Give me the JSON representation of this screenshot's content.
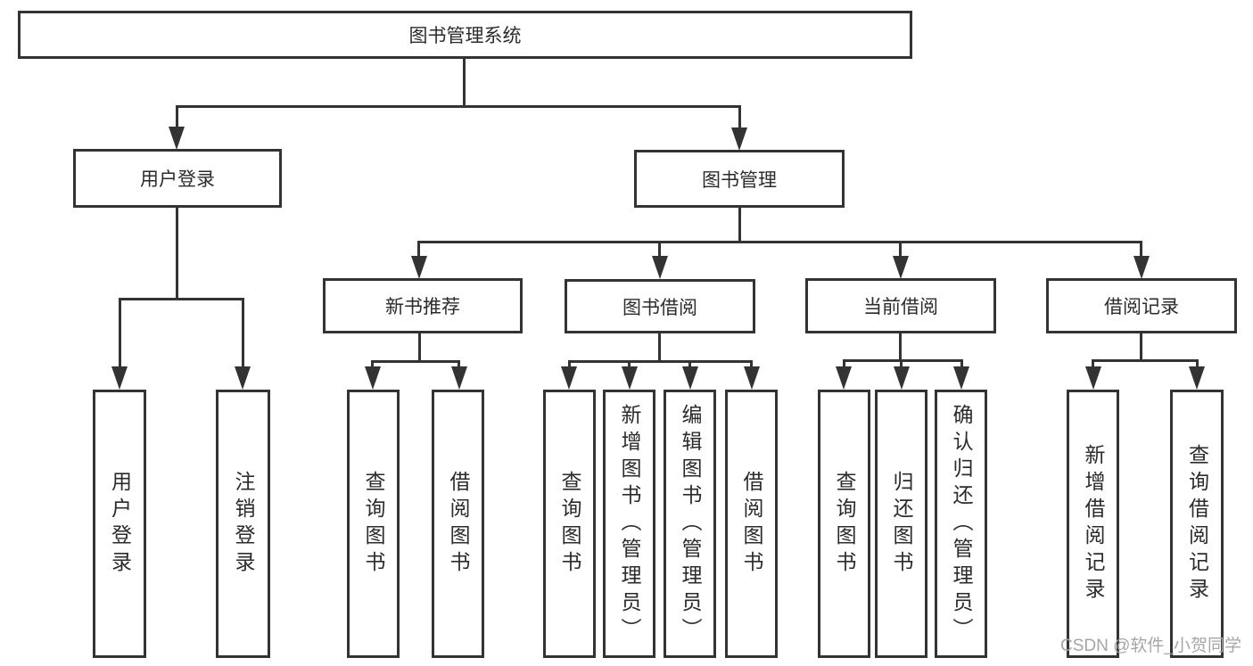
{
  "diagram": {
    "title": "图书管理系统",
    "branches": [
      {
        "label": "用户登录",
        "children": [
          "用户登录",
          "注销登录"
        ]
      },
      {
        "label": "图书管理",
        "children": [
          {
            "label": "新书推荐",
            "children": [
              "查询图书",
              "借阅图书"
            ]
          },
          {
            "label": "图书借阅",
            "children": [
              "查询图书",
              "新增图书（管理员）",
              "编辑图书（管理员）",
              "借阅图书"
            ]
          },
          {
            "label": "当前借阅",
            "children": [
              "查询图书",
              "归还图书",
              "确认归还（管理员）"
            ]
          },
          {
            "label": "借阅记录",
            "children": [
              "新增借阅记录",
              "查询借阅记录"
            ]
          }
        ]
      }
    ]
  },
  "watermark": "CSDN @软件_小贺同学",
  "colors": {
    "line": "#333333",
    "text": "#2b2b2b",
    "watermark": "#a6a6a6",
    "background": "#ffffff"
  }
}
